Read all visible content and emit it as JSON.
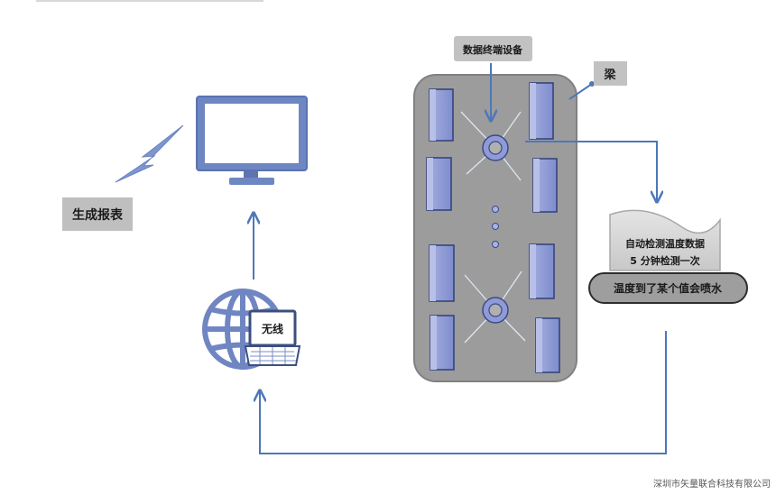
{
  "labels": {
    "data_terminal": "数据终端设备",
    "beam": "梁",
    "generate_report": "生成报表",
    "wireless": "无线",
    "auto_detect": "自动检测温度数据",
    "interval": "5 分钟检测一次",
    "spray": "温度到了某个值会喷水",
    "company": "深圳市矢量联合科技有限公司"
  },
  "colors": {
    "line": "#4e77b9",
    "block_fill": "#8f9ad6",
    "panel": "#9c9c9c",
    "label_box": "#bfbfbf",
    "monitor": "#6e86c2"
  },
  "icons": {
    "monitor": "desktop-monitor-icon",
    "lightning": "lightning-bolt-icon",
    "globe": "globe-icon",
    "laptop": "laptop-icon",
    "document": "document-icon",
    "hub": "ring-hub-icon",
    "block": "server-block-icon"
  }
}
